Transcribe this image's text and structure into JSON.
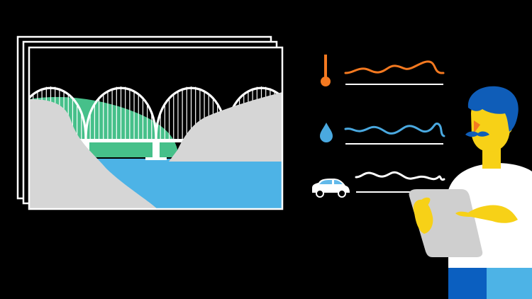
{
  "colors": {
    "background": "#000000",
    "line": "#ffffff",
    "water": "#4db3e6",
    "green_hill": "#46c08a",
    "rock_gray": "#d6d6d6",
    "temperature": "#f47920",
    "humidity": "#4aa9e0",
    "traffic": "#ffffff",
    "car_window": "#62b9ea",
    "skin": "#f7d117",
    "hair": "#0f5db8",
    "nose": "#f47920",
    "shirt": "#ffffff",
    "pants_dark": "#0b5fc0",
    "pants_light": "#4db3e6",
    "tablet": "#cfcfcf"
  },
  "sensors": [
    {
      "icon": "thermometer-icon",
      "name": "temperature"
    },
    {
      "icon": "water-drop-icon",
      "name": "humidity"
    },
    {
      "icon": "car-icon",
      "name": "traffic"
    }
  ]
}
